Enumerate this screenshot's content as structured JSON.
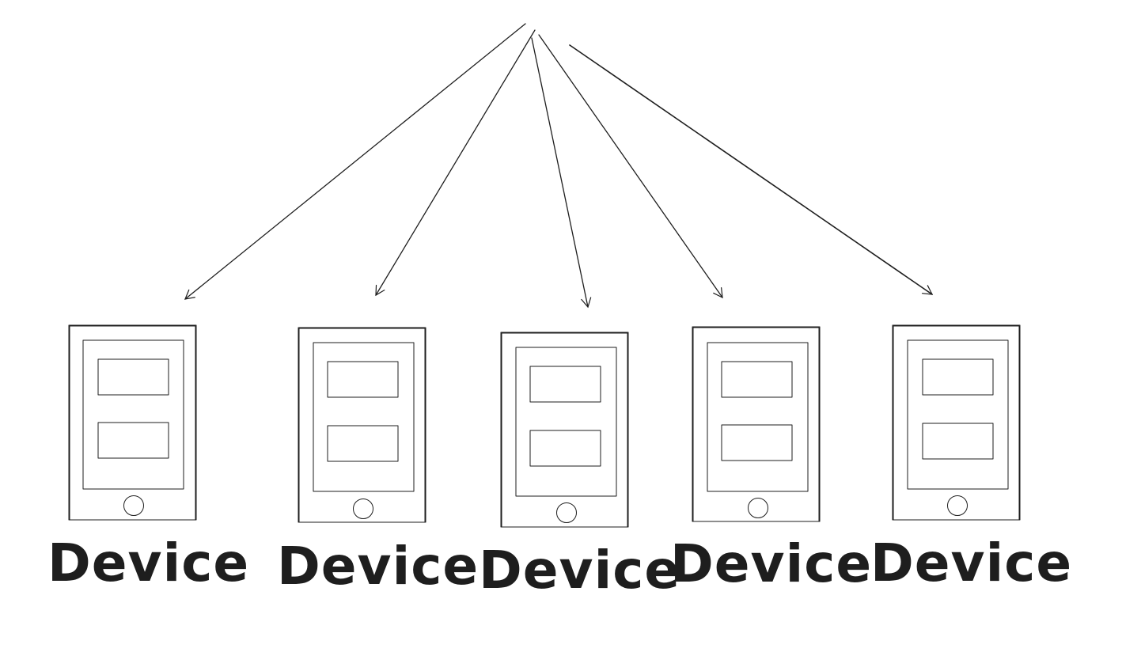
{
  "diagram": {
    "stroke_color": "#1e1e1e",
    "background": "#ffffff",
    "devices": [
      {
        "label": "Device",
        "icon": "tablet-icon"
      },
      {
        "label": "Device",
        "icon": "tablet-icon"
      },
      {
        "label": "Device",
        "icon": "tablet-icon"
      },
      {
        "label": "Device",
        "icon": "tablet-icon"
      },
      {
        "label": "Device",
        "icon": "tablet-icon"
      }
    ]
  }
}
